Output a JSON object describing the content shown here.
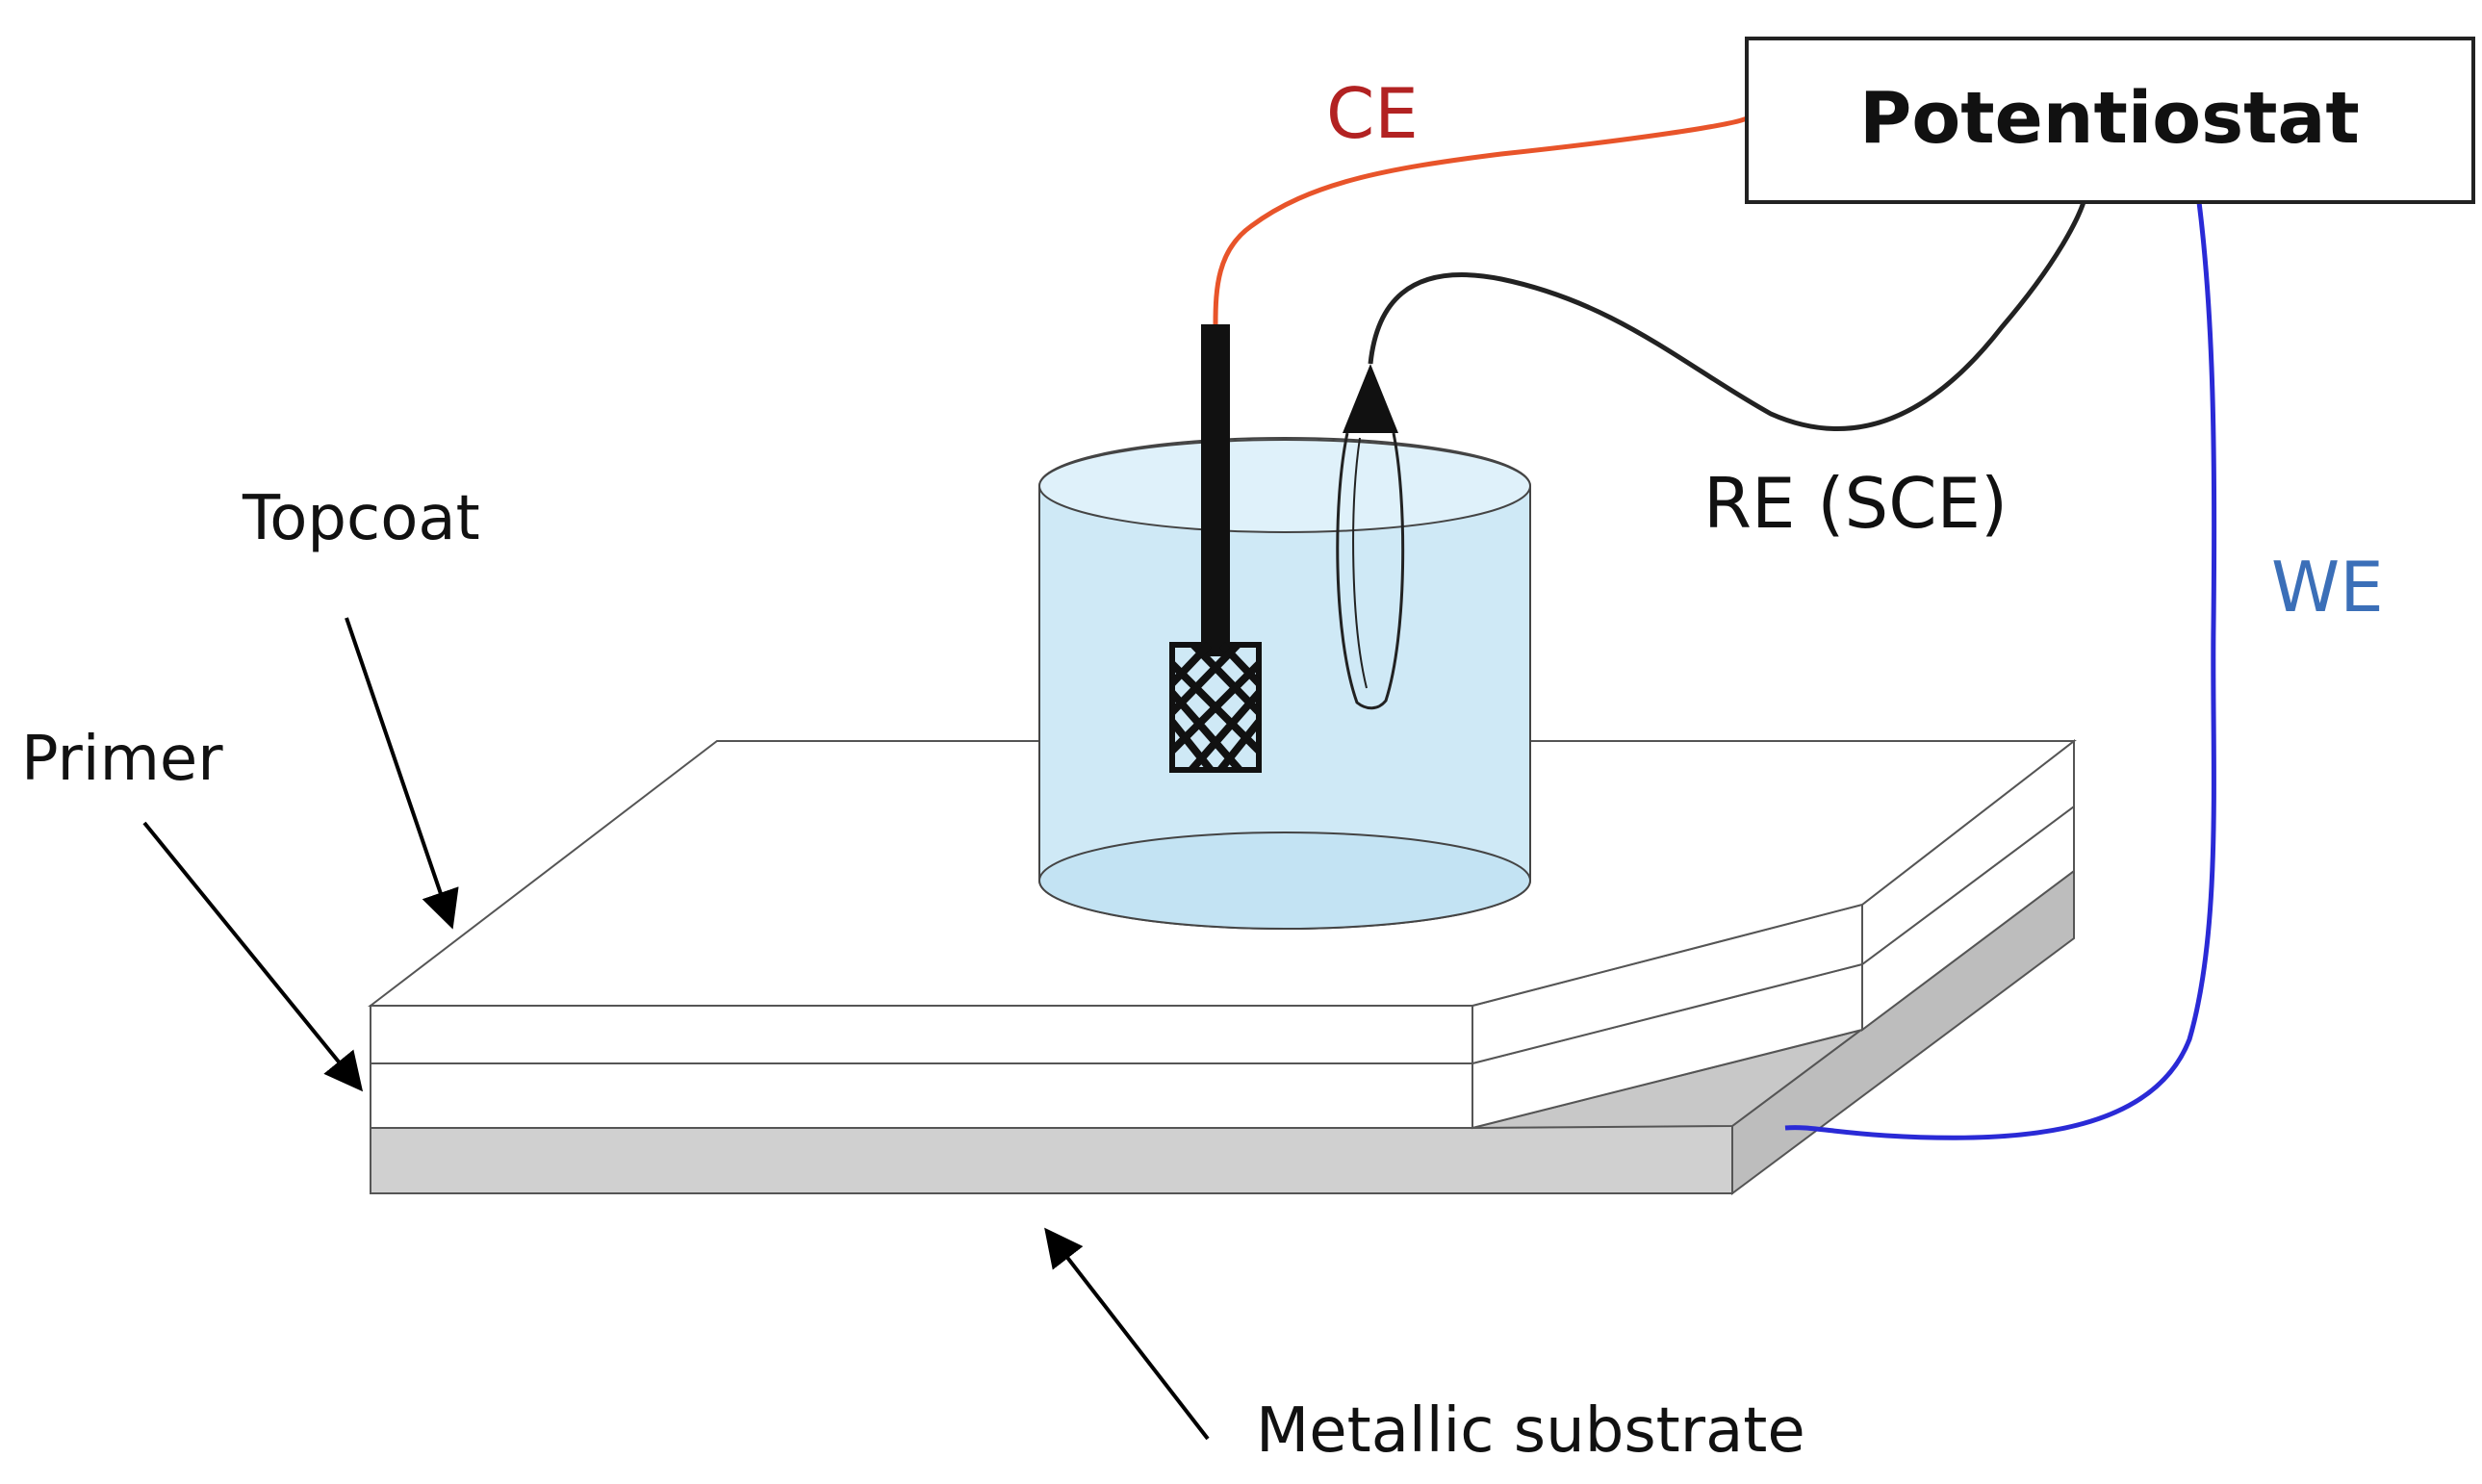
{
  "labels": {
    "potentiostat": "Potentiostat",
    "ce": "CE",
    "re": "RE (SCE)",
    "we": "WE",
    "topcoat": "Topcoat",
    "primer": "Primer",
    "substrate": "Metallic substrate"
  },
  "colors": {
    "ce_wire": "#e8542a",
    "ce_text": "#b22222",
    "re_wire": "#222222",
    "we_wire": "#2a2ad6",
    "we_text": "#3b6fb8",
    "electrolyte": "#cfe9f6",
    "substrate": "#d0d0d0",
    "outline": "#444444"
  }
}
